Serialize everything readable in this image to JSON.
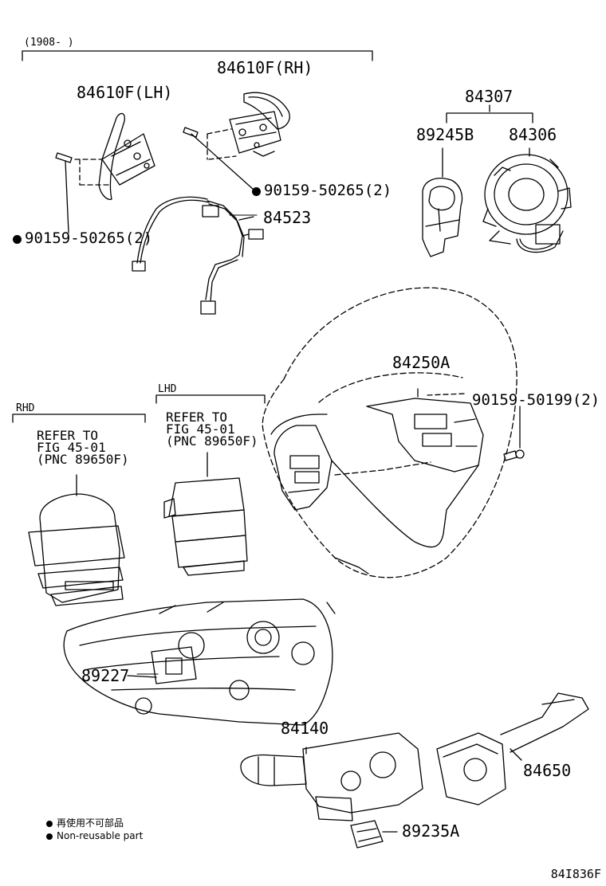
{
  "range_label": "(1908-      )",
  "parts": {
    "p84610F_rh": "84610F(RH)",
    "p84610F_lh": "84610F(LH)",
    "p84307": "84307",
    "p89245B": "89245B",
    "p84306": "84306",
    "p90159_50265_right": "90159-50265(2)",
    "p90159_50265_left": "90159-50265(2)",
    "p84523": "84523",
    "p84250A": "84250A",
    "p90159_50199": "90159-50199(2)",
    "p89227": "89227",
    "p84140": "84140",
    "p84650": "84650",
    "p89235A": "89235A"
  },
  "rhd": {
    "label": "RHD",
    "refer": "REFER TO\nFIG 45-01\n(PNC 89650F)"
  },
  "lhd": {
    "label": "LHD",
    "refer": "REFER TO\nFIG 45-01\n(PNC 89650F)"
  },
  "legend": {
    "line1": "再使用不可部品",
    "line2": "Non-reusable part"
  },
  "diagram_code": "84I836F"
}
